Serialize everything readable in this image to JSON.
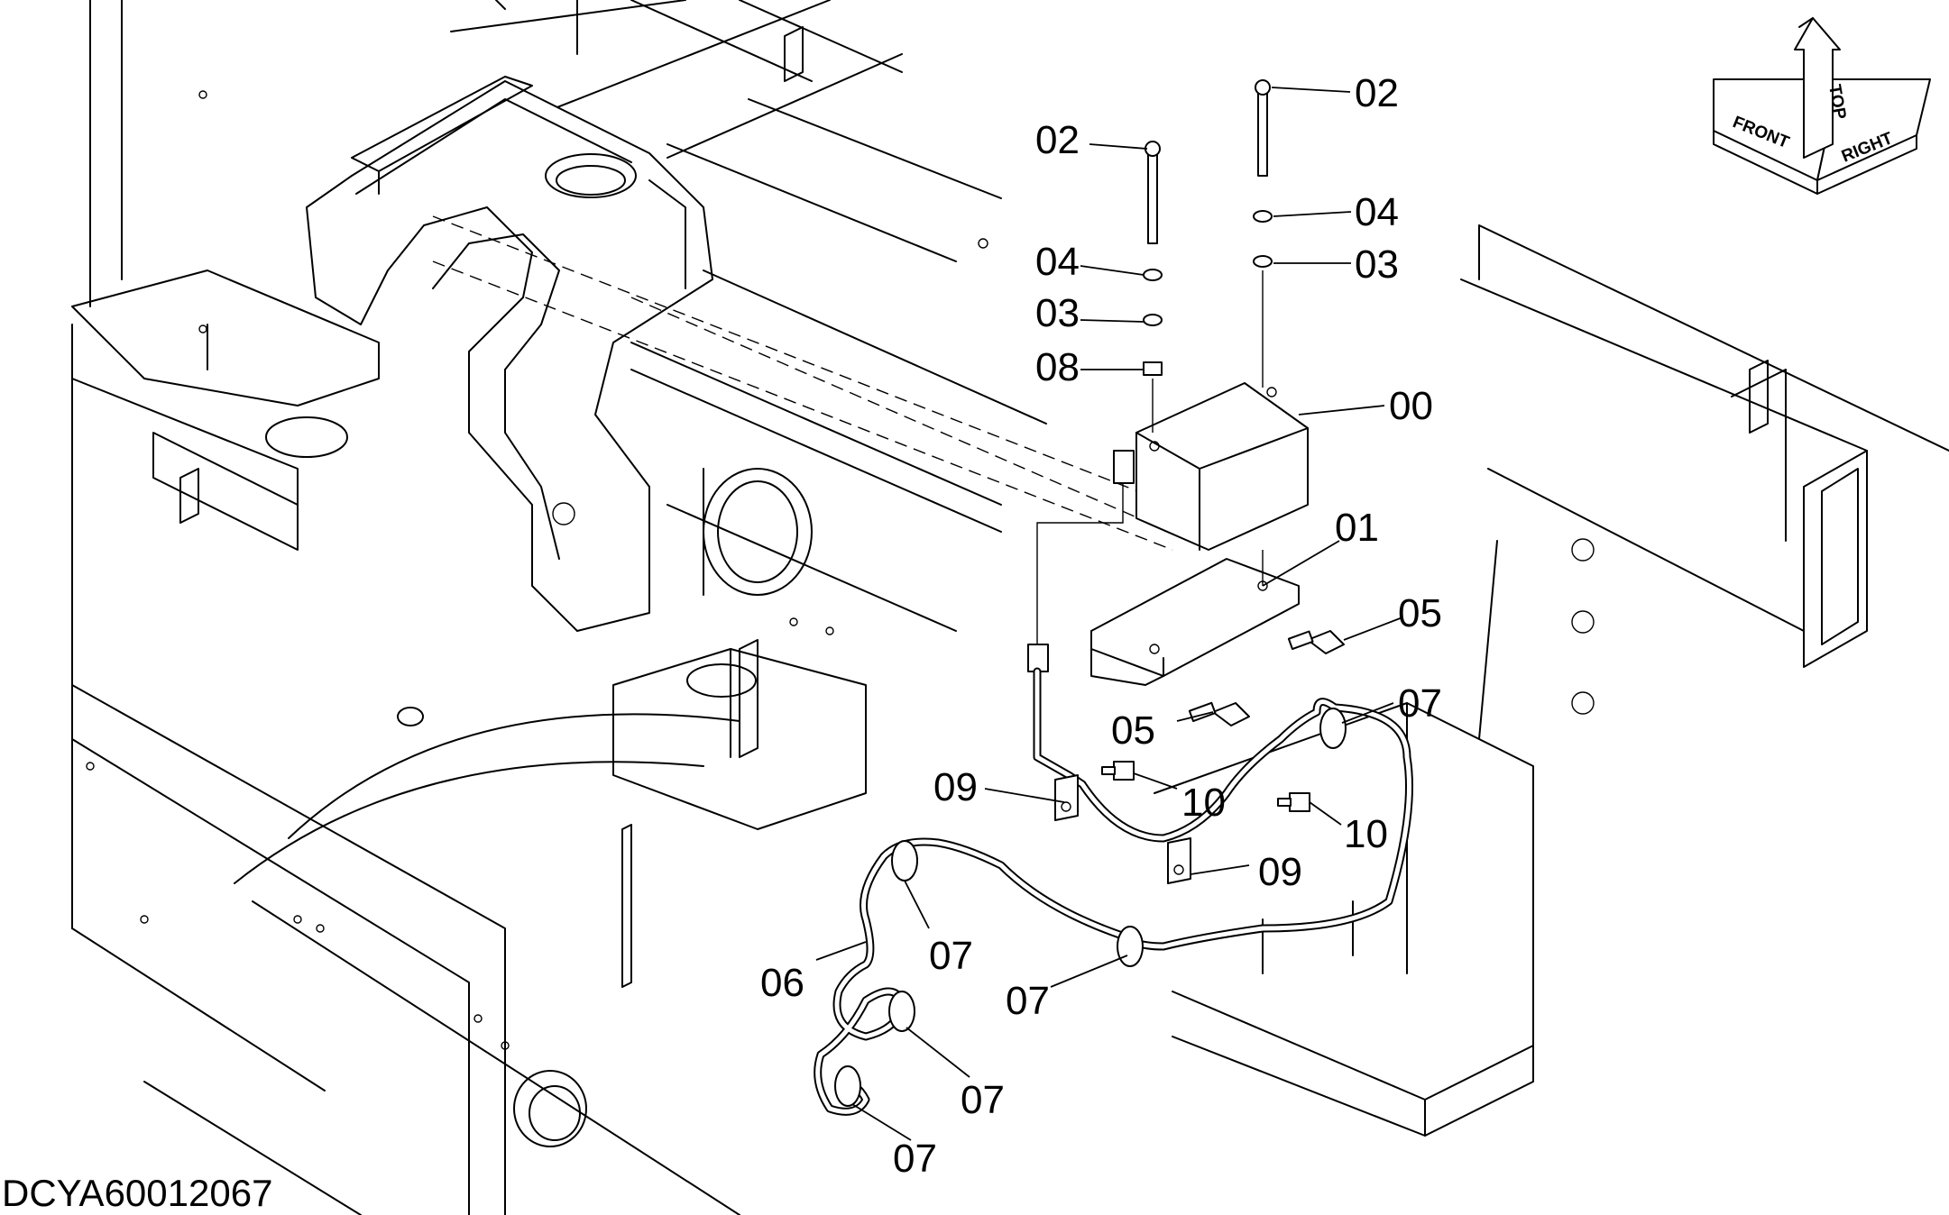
{
  "reference_code": "DCYA60012067",
  "orientation": {
    "front": "FRONT",
    "top": "TOP",
    "right": "RIGHT"
  },
  "callouts": [
    {
      "id": "part-00",
      "label": "00"
    },
    {
      "id": "part-01",
      "label": "01"
    },
    {
      "id": "part-02a",
      "label": "02"
    },
    {
      "id": "part-02b",
      "label": "02"
    },
    {
      "id": "part-03a",
      "label": "03"
    },
    {
      "id": "part-03b",
      "label": "03"
    },
    {
      "id": "part-04a",
      "label": "04"
    },
    {
      "id": "part-04b",
      "label": "04"
    },
    {
      "id": "part-05a",
      "label": "05"
    },
    {
      "id": "part-05b",
      "label": "05"
    },
    {
      "id": "part-06",
      "label": "06"
    },
    {
      "id": "part-07a",
      "label": "07"
    },
    {
      "id": "part-07b",
      "label": "07"
    },
    {
      "id": "part-07c",
      "label": "07"
    },
    {
      "id": "part-07d",
      "label": "07"
    },
    {
      "id": "part-07e",
      "label": "07"
    },
    {
      "id": "part-08",
      "label": "08"
    },
    {
      "id": "part-09a",
      "label": "09"
    },
    {
      "id": "part-09b",
      "label": "09"
    },
    {
      "id": "part-10a",
      "label": "10"
    },
    {
      "id": "part-10b",
      "label": "10"
    }
  ]
}
